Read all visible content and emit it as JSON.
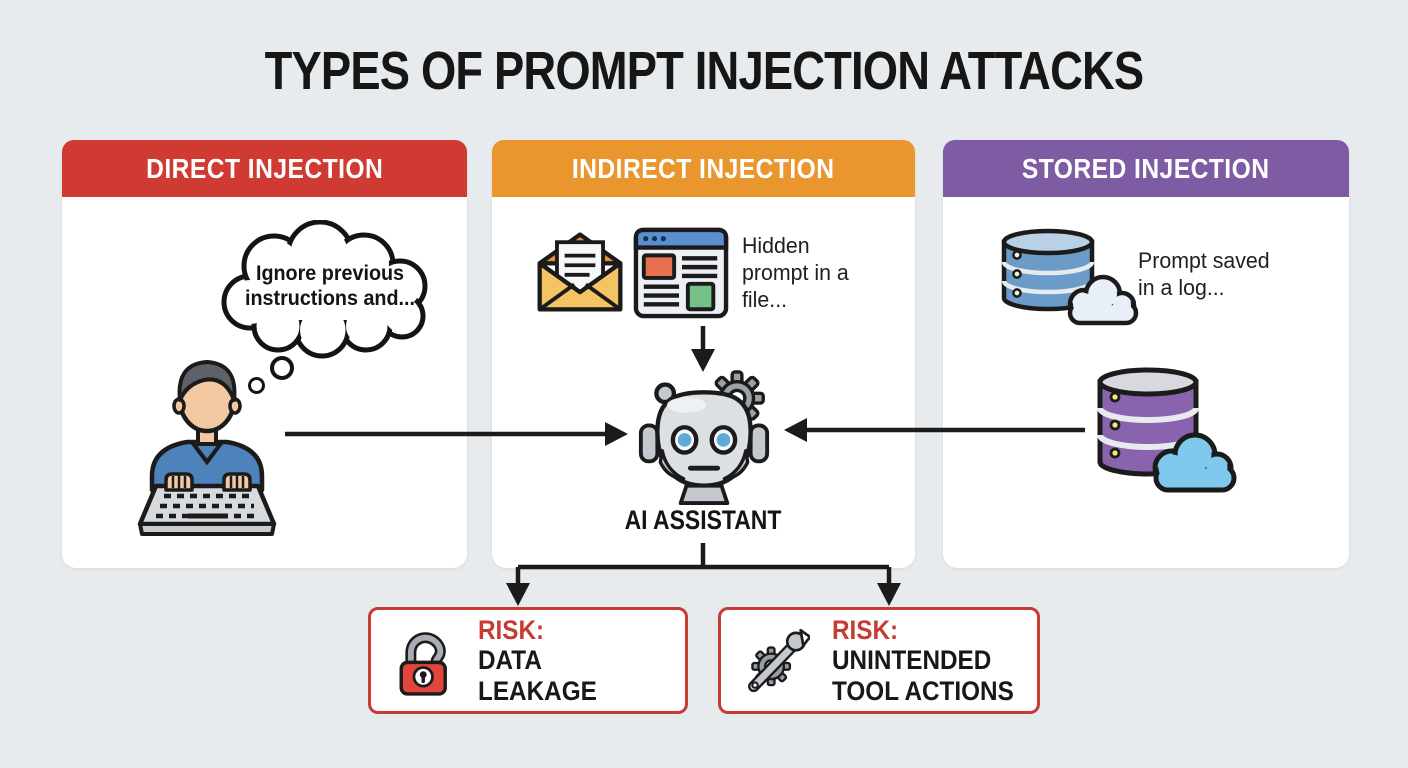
{
  "title": "TYPES OF PROMPT INJECTION ATTACKS",
  "columns": [
    {
      "header": "DIRECT INJECTION",
      "color": "#cf3a32",
      "bubble_text": "Ignore previous instructions and..."
    },
    {
      "header": "INDIRECT INJECTION",
      "color": "#e9962e",
      "caption": "Hidden prompt in a file..."
    },
    {
      "header": "STORED INJECTION",
      "color": "#7e5ca3",
      "caption": "Prompt saved in a log..."
    }
  ],
  "center": {
    "label": "AI ASSISTANT"
  },
  "risks": [
    {
      "prefix": "RISK:",
      "label": "DATA LEAKAGE",
      "icon": "open-padlock-icon"
    },
    {
      "prefix": "RISK:",
      "label": "UNINTENDED TOOL ACTIONS",
      "icon": "gear-wrench-icon"
    }
  ],
  "icons": [
    "person-typing-icon",
    "thought-bubble-icon",
    "email-icon",
    "webpage-icon",
    "database-cloud-blue-icon",
    "database-cloud-purple-icon",
    "robot-head-icon",
    "open-padlock-icon",
    "gear-wrench-icon"
  ],
  "colors": {
    "background": "#e8ebed",
    "card": "#ffffff",
    "direct_red": "#cf3a32",
    "indirect_orange": "#e9962e",
    "stored_purple": "#7e5ca3",
    "risk_red": "#c63b32",
    "arrow_black": "#1b1b1b"
  }
}
